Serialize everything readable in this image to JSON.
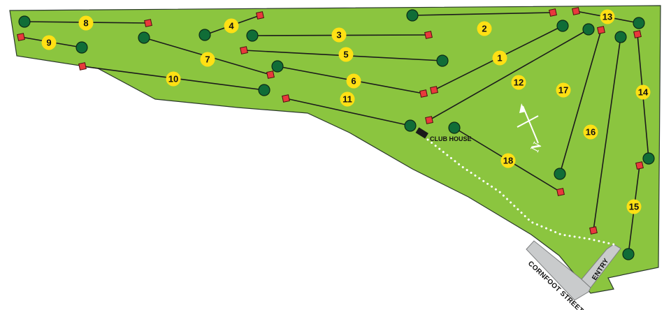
{
  "colors": {
    "grass": "#8bc53f",
    "outline": "#2b3a2b",
    "hole_marker": "#ffe014",
    "green_circle": "#106d37",
    "tee_box": "#e8393c",
    "road": "#c9cbcc",
    "path_dots": "#ffffff"
  },
  "labels": {
    "club_house": "CLUB HOUSE",
    "street": "CORNFOOT STREET",
    "entry": "ENTRY",
    "compass": "N"
  },
  "holes": [
    {
      "number": "1"
    },
    {
      "number": "2"
    },
    {
      "number": "3"
    },
    {
      "number": "4"
    },
    {
      "number": "5"
    },
    {
      "number": "6"
    },
    {
      "number": "7"
    },
    {
      "number": "8"
    },
    {
      "number": "9"
    },
    {
      "number": "10"
    },
    {
      "number": "11"
    },
    {
      "number": "12"
    },
    {
      "number": "13"
    },
    {
      "number": "14"
    },
    {
      "number": "15"
    },
    {
      "number": "16"
    },
    {
      "number": "17"
    },
    {
      "number": "18"
    }
  ]
}
